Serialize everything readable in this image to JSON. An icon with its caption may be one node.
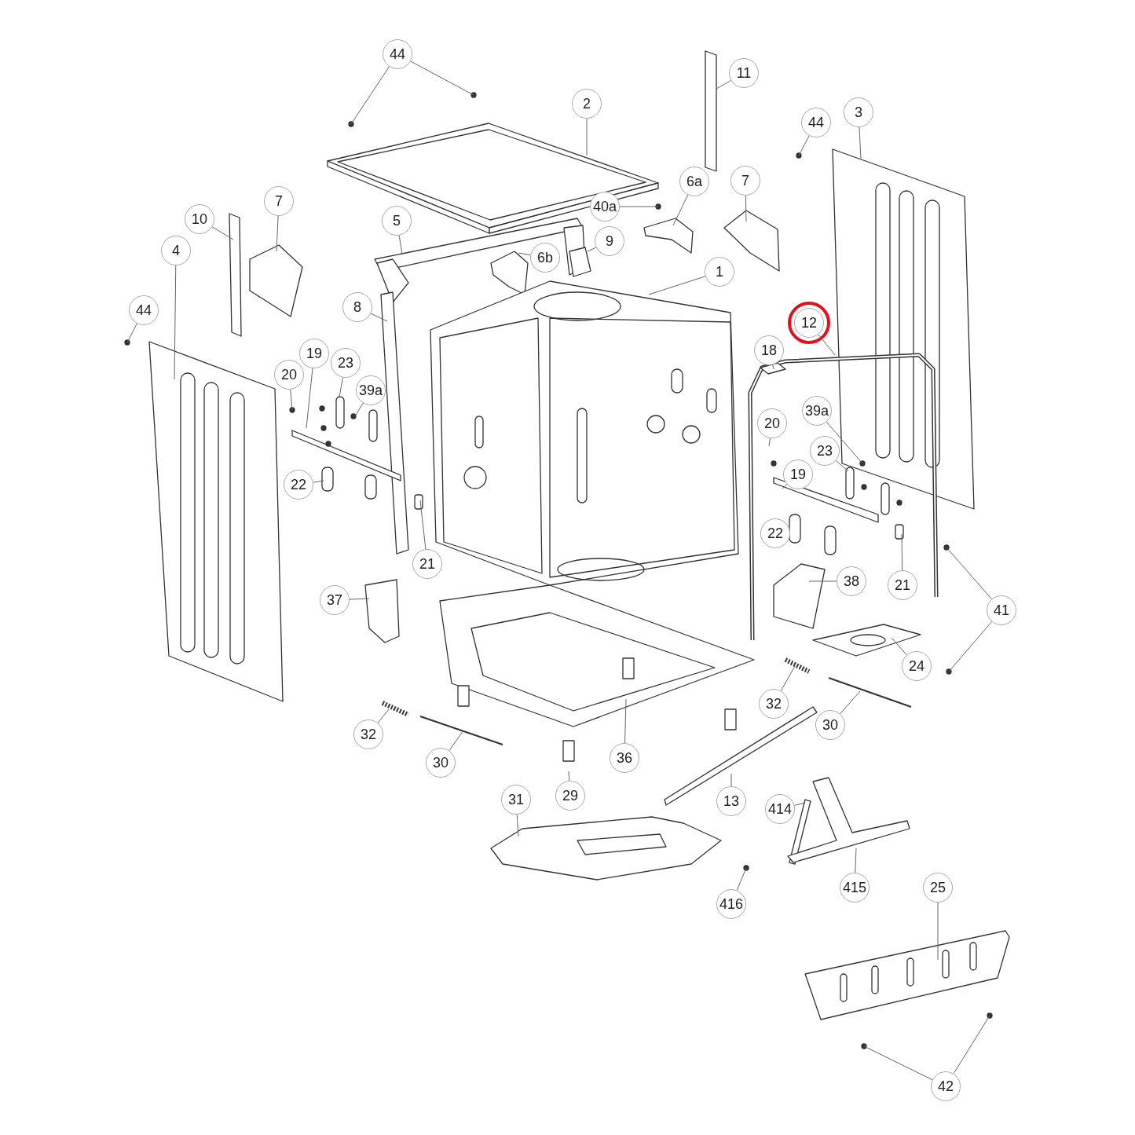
{
  "diagram": {
    "nodes": [
      {
        "text": [
          "44"
        ]
      },
      {
        "text": [
          "2"
        ]
      },
      {
        "text": [
          "11"
        ]
      },
      {
        "text": [
          "44"
        ]
      },
      {
        "text": [
          "3"
        ]
      },
      {
        "text": [
          "6a"
        ]
      },
      {
        "text": [
          "7"
        ]
      },
      {
        "text": [
          "40a"
        ]
      },
      {
        "text": [
          "7"
        ]
      },
      {
        "text": [
          "10"
        ]
      },
      {
        "text": [
          "4"
        ]
      },
      {
        "text": [
          "5"
        ]
      },
      {
        "text": [
          "6b"
        ]
      },
      {
        "text": [
          "9"
        ]
      },
      {
        "text": [
          "1"
        ]
      },
      {
        "text": [
          "44"
        ]
      },
      {
        "text": [
          "8"
        ]
      },
      {
        "text": [
          "12"
        ]
      },
      {
        "text": [
          "18"
        ]
      },
      {
        "text": [
          "19"
        ]
      },
      {
        "text": [
          "20"
        ]
      },
      {
        "text": [
          "23"
        ]
      },
      {
        "text": [
          "39a"
        ]
      },
      {
        "text": [
          "39a"
        ]
      },
      {
        "text": [
          "20"
        ]
      },
      {
        "text": [
          "23"
        ]
      },
      {
        "text": [
          "19"
        ]
      },
      {
        "text": [
          "22"
        ]
      },
      {
        "text": [
          "21"
        ]
      },
      {
        "text": [
          "22"
        ]
      },
      {
        "text": [
          "38"
        ]
      },
      {
        "text": [
          "21"
        ]
      },
      {
        "text": [
          "41"
        ]
      },
      {
        "text": [
          "37"
        ]
      },
      {
        "text": [
          "24"
        ]
      },
      {
        "text": [
          "32"
        ]
      },
      {
        "text": [
          "30"
        ]
      },
      {
        "text": [
          "32"
        ]
      },
      {
        "text": [
          "30"
        ]
      },
      {
        "text": [
          "36"
        ]
      },
      {
        "text": [
          "29"
        ]
      },
      {
        "text": [
          "13"
        ]
      },
      {
        "text": [
          "31"
        ]
      },
      {
        "text": [
          "414"
        ]
      },
      {
        "text": [
          "415"
        ]
      },
      {
        "text": [
          "416"
        ]
      },
      {
        "text": [
          "25"
        ]
      },
      {
        "text": [
          "42"
        ]
      }
    ],
    "edges": [
      {
        "from": 0,
        "to": null,
        "arrow": "none"
      },
      {
        "from": 0,
        "to": null,
        "arrow": "none"
      },
      {
        "from": 1,
        "to": null,
        "arrow": "none"
      },
      {
        "from": 2,
        "to": null,
        "arrow": "none"
      },
      {
        "from": 3,
        "to": null,
        "arrow": "none"
      },
      {
        "from": 4,
        "to": null,
        "arrow": "none"
      },
      {
        "from": 5,
        "to": null,
        "arrow": "none"
      },
      {
        "from": 6,
        "to": null,
        "arrow": "none"
      },
      {
        "from": 7,
        "to": null,
        "arrow": "none"
      },
      {
        "from": 8,
        "to": null,
        "arrow": "none"
      },
      {
        "from": 9,
        "to": null,
        "arrow": "none"
      },
      {
        "from": 10,
        "to": null,
        "arrow": "none"
      },
      {
        "from": 11,
        "to": null,
        "arrow": "none"
      },
      {
        "from": 12,
        "to": null,
        "arrow": "none"
      },
      {
        "from": 13,
        "to": null,
        "arrow": "none"
      },
      {
        "from": 14,
        "to": null,
        "arrow": "none"
      },
      {
        "from": 15,
        "to": null,
        "arrow": "none"
      },
      {
        "from": 16,
        "to": null,
        "arrow": "none"
      },
      {
        "from": 17,
        "to": null,
        "arrow": "none"
      },
      {
        "from": 18,
        "to": null,
        "arrow": "none"
      },
      {
        "from": 19,
        "to": null,
        "arrow": "none"
      },
      {
        "from": 20,
        "to": null,
        "arrow": "none"
      },
      {
        "from": 21,
        "to": null,
        "arrow": "none"
      },
      {
        "from": 22,
        "to": null,
        "arrow": "none"
      },
      {
        "from": 23,
        "to": null,
        "arrow": "none"
      },
      {
        "from": 24,
        "to": null,
        "arrow": "none"
      },
      {
        "from": 25,
        "to": null,
        "arrow": "none"
      },
      {
        "from": 26,
        "to": null,
        "arrow": "none"
      },
      {
        "from": 27,
        "to": null,
        "arrow": "none"
      },
      {
        "from": 28,
        "to": null,
        "arrow": "none"
      },
      {
        "from": 30,
        "to": null,
        "arrow": "none"
      },
      {
        "from": 31,
        "to": null,
        "arrow": "none"
      },
      {
        "from": 32,
        "to": null,
        "arrow": "none"
      },
      {
        "from": 32,
        "to": null,
        "arrow": "none"
      },
      {
        "from": 33,
        "to": null,
        "arrow": "none"
      },
      {
        "from": 34,
        "to": null,
        "arrow": "none"
      },
      {
        "from": 35,
        "to": null,
        "arrow": "none"
      },
      {
        "from": 36,
        "to": null,
        "arrow": "none"
      },
      {
        "from": 37,
        "to": null,
        "arrow": "none"
      },
      {
        "from": 38,
        "to": null,
        "arrow": "none"
      },
      {
        "from": 39,
        "to": null,
        "arrow": "none"
      },
      {
        "from": 40,
        "to": null,
        "arrow": "none"
      },
      {
        "from": 41,
        "to": null,
        "arrow": "none"
      },
      {
        "from": 42,
        "to": null,
        "arrow": "none"
      },
      {
        "from": 43,
        "to": null,
        "arrow": "none"
      },
      {
        "from": 44,
        "to": null,
        "arrow": "none"
      },
      {
        "from": 45,
        "to": null,
        "arrow": "none"
      },
      {
        "from": 46,
        "to": null,
        "arrow": "none"
      },
      {
        "from": 47,
        "to": null,
        "arrow": "none"
      },
      {
        "from": 47,
        "to": null,
        "arrow": "none"
      }
    ]
  }
}
